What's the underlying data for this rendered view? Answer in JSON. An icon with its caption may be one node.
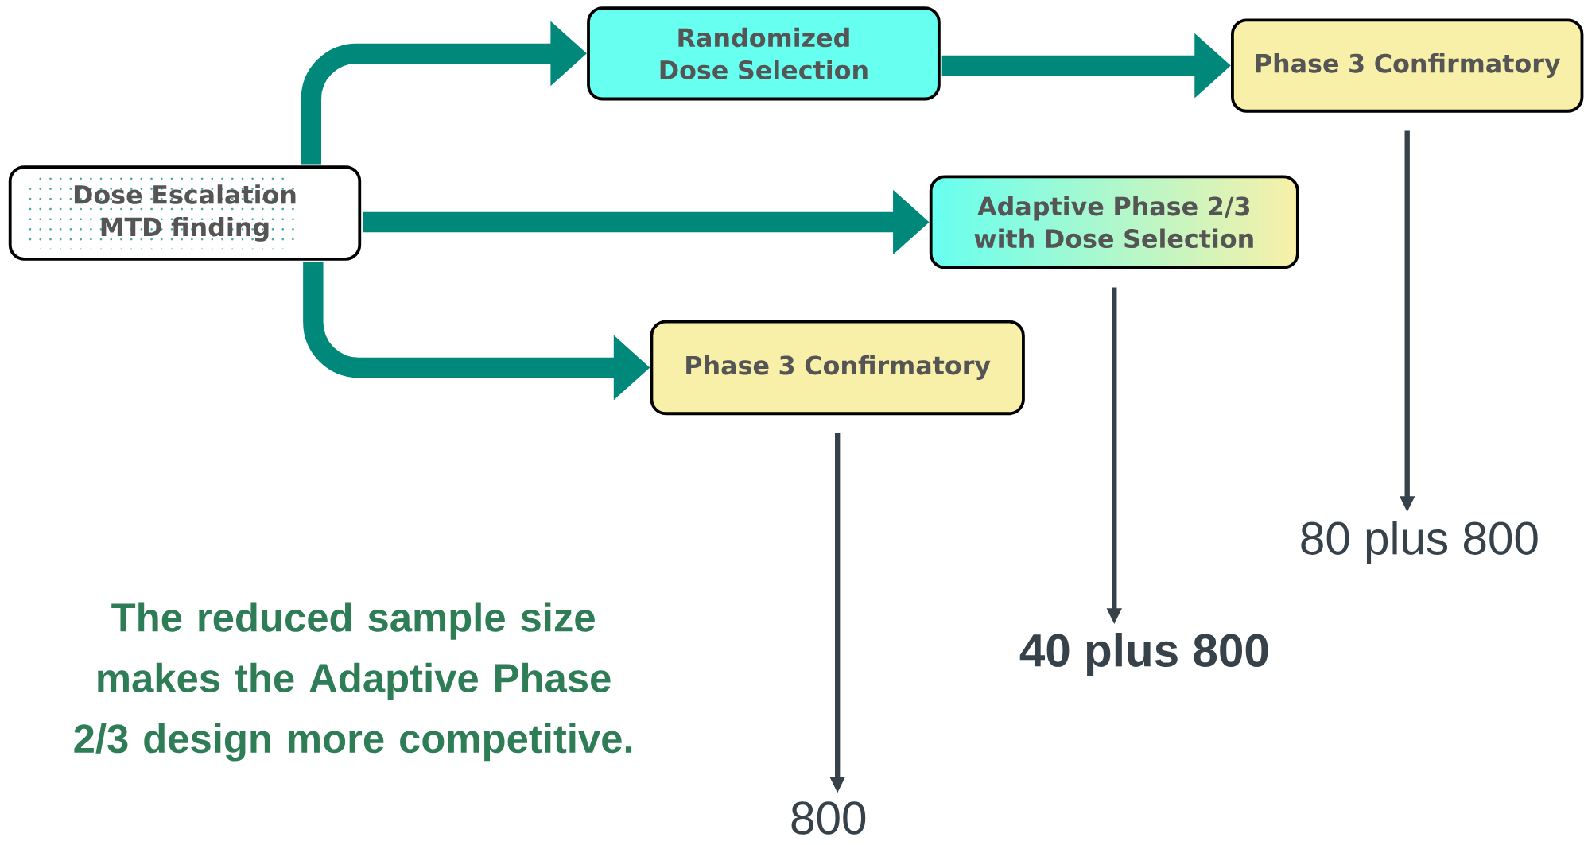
{
  "diagram": {
    "nodes": [
      {
        "text": [
          "Dose Escalation MTD finding"
        ]
      },
      {
        "text": [
          "Randomized Dose Selection"
        ]
      },
      {
        "text": [
          "Phase 3 Confirmatory"
        ]
      },
      {
        "text": [
          "Adaptive Phase 2/3 with Dose Selection"
        ]
      },
      {
        "text": [
          "Phase 3 Confirmatory"
        ]
      },
      {
        "text": [
          "80 plus 800"
        ]
      },
      {
        "text": [
          "40 plus 800"
        ]
      },
      {
        "text": [
          "800"
        ]
      }
    ],
    "edges": [
      {
        "from": 0,
        "to": 1,
        "arrow": "to"
      },
      {
        "from": 1,
        "to": 2,
        "arrow": "to"
      },
      {
        "from": 0,
        "to": 3,
        "arrow": "to"
      },
      {
        "from": 0,
        "to": 4,
        "arrow": "to"
      },
      {
        "from": 2,
        "to": 5,
        "arrow": "to",
        "color": "#37414a"
      },
      {
        "from": 3,
        "to": 6,
        "arrow": "to",
        "color": "#37414a"
      },
      {
        "from": 4,
        "to": 7,
        "arrow": "to",
        "color": "#37414a"
      }
    ],
    "labels": [
      "The reduced sample size makes the Adaptive Phase 2/3 design more competitive."
    ]
  }
}
